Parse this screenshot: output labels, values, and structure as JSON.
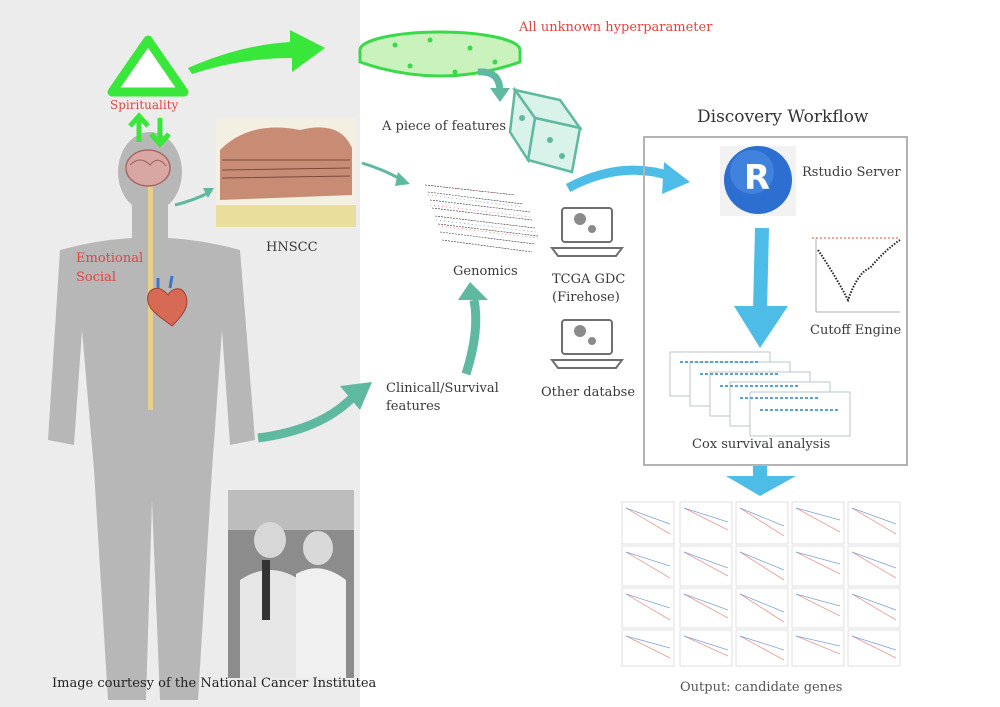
{
  "labels": {
    "spirituality": "Spirituality",
    "emotional": "Emotional",
    "social": "Social",
    "hnscc": "HNSCC",
    "piece_of_features": "A piece of features",
    "unknown_hyperparameter": "All unknown hyperparameter",
    "genomics": "Genomics",
    "tcga_line1": "TCGA GDC",
    "tcga_line2": "(Firehose)",
    "other_database": "Other databse",
    "clinical_line1": "Clinicall/Survival",
    "clinical_line2": "features",
    "discovery_workflow": "Discovery Workflow",
    "rstudio_server": "Rstudio Server",
    "r_logo_letter": "R",
    "cutoff_engine": "Cutoff Engine",
    "cox_survival": "Cox survival analysis",
    "output": "Output: candidate genes",
    "image_credit": "Image courtesy of the National Cancer Institutea"
  },
  "colors": {
    "teal": "#5fb8a0",
    "green": "#39e63a",
    "blue": "#4dbde8",
    "red": "#e0453f",
    "panel": "#ececec"
  },
  "icons": [
    "triangle-icon",
    "brain-icon",
    "heart-icon",
    "cheese-icon",
    "dice-icon",
    "laptop-gear-icon",
    "r-logo-icon"
  ]
}
